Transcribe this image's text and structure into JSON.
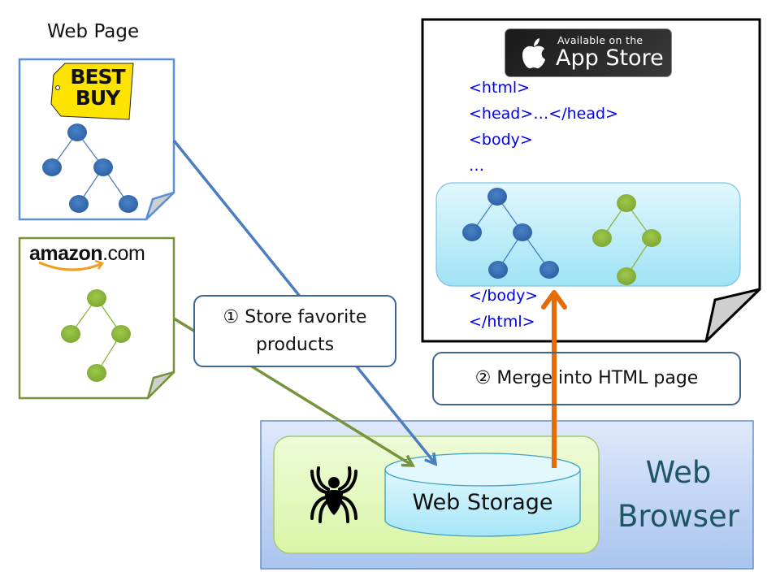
{
  "title": "Web Page",
  "sources": [
    {
      "name": "best-buy",
      "logo_lines": [
        "BEST",
        "BUY"
      ],
      "color": "#3e73b8",
      "tree": "binary-5"
    },
    {
      "name": "amazon",
      "logo_text": "amazon",
      "logo_suffix": ".com",
      "color": "#77933c",
      "tree": "binary-4"
    }
  ],
  "callouts": {
    "step1_line1": "① Store favorite",
    "step1_line2": "products",
    "step2": "② Merge into HTML page"
  },
  "html_page": {
    "appstore_small": "Available on the",
    "appstore_big": "App Store",
    "code_lines": [
      "<html>",
      "<head>…</head>",
      "<body>",
      "…",
      "</body>",
      "</html>"
    ]
  },
  "browser": {
    "label_line1": "Web",
    "label_line2": "Browser",
    "storage_label": "Web Storage",
    "extension_icon": "spider-icon"
  },
  "colors": {
    "blue_tree": "#3e73b8",
    "green_tree": "#8db43a",
    "arrow_orange": "#e46c0a",
    "browser_bg": "#c6d9f1",
    "extension_bg": "#e4f7c0",
    "storage_bg": "#bfeefa"
  }
}
